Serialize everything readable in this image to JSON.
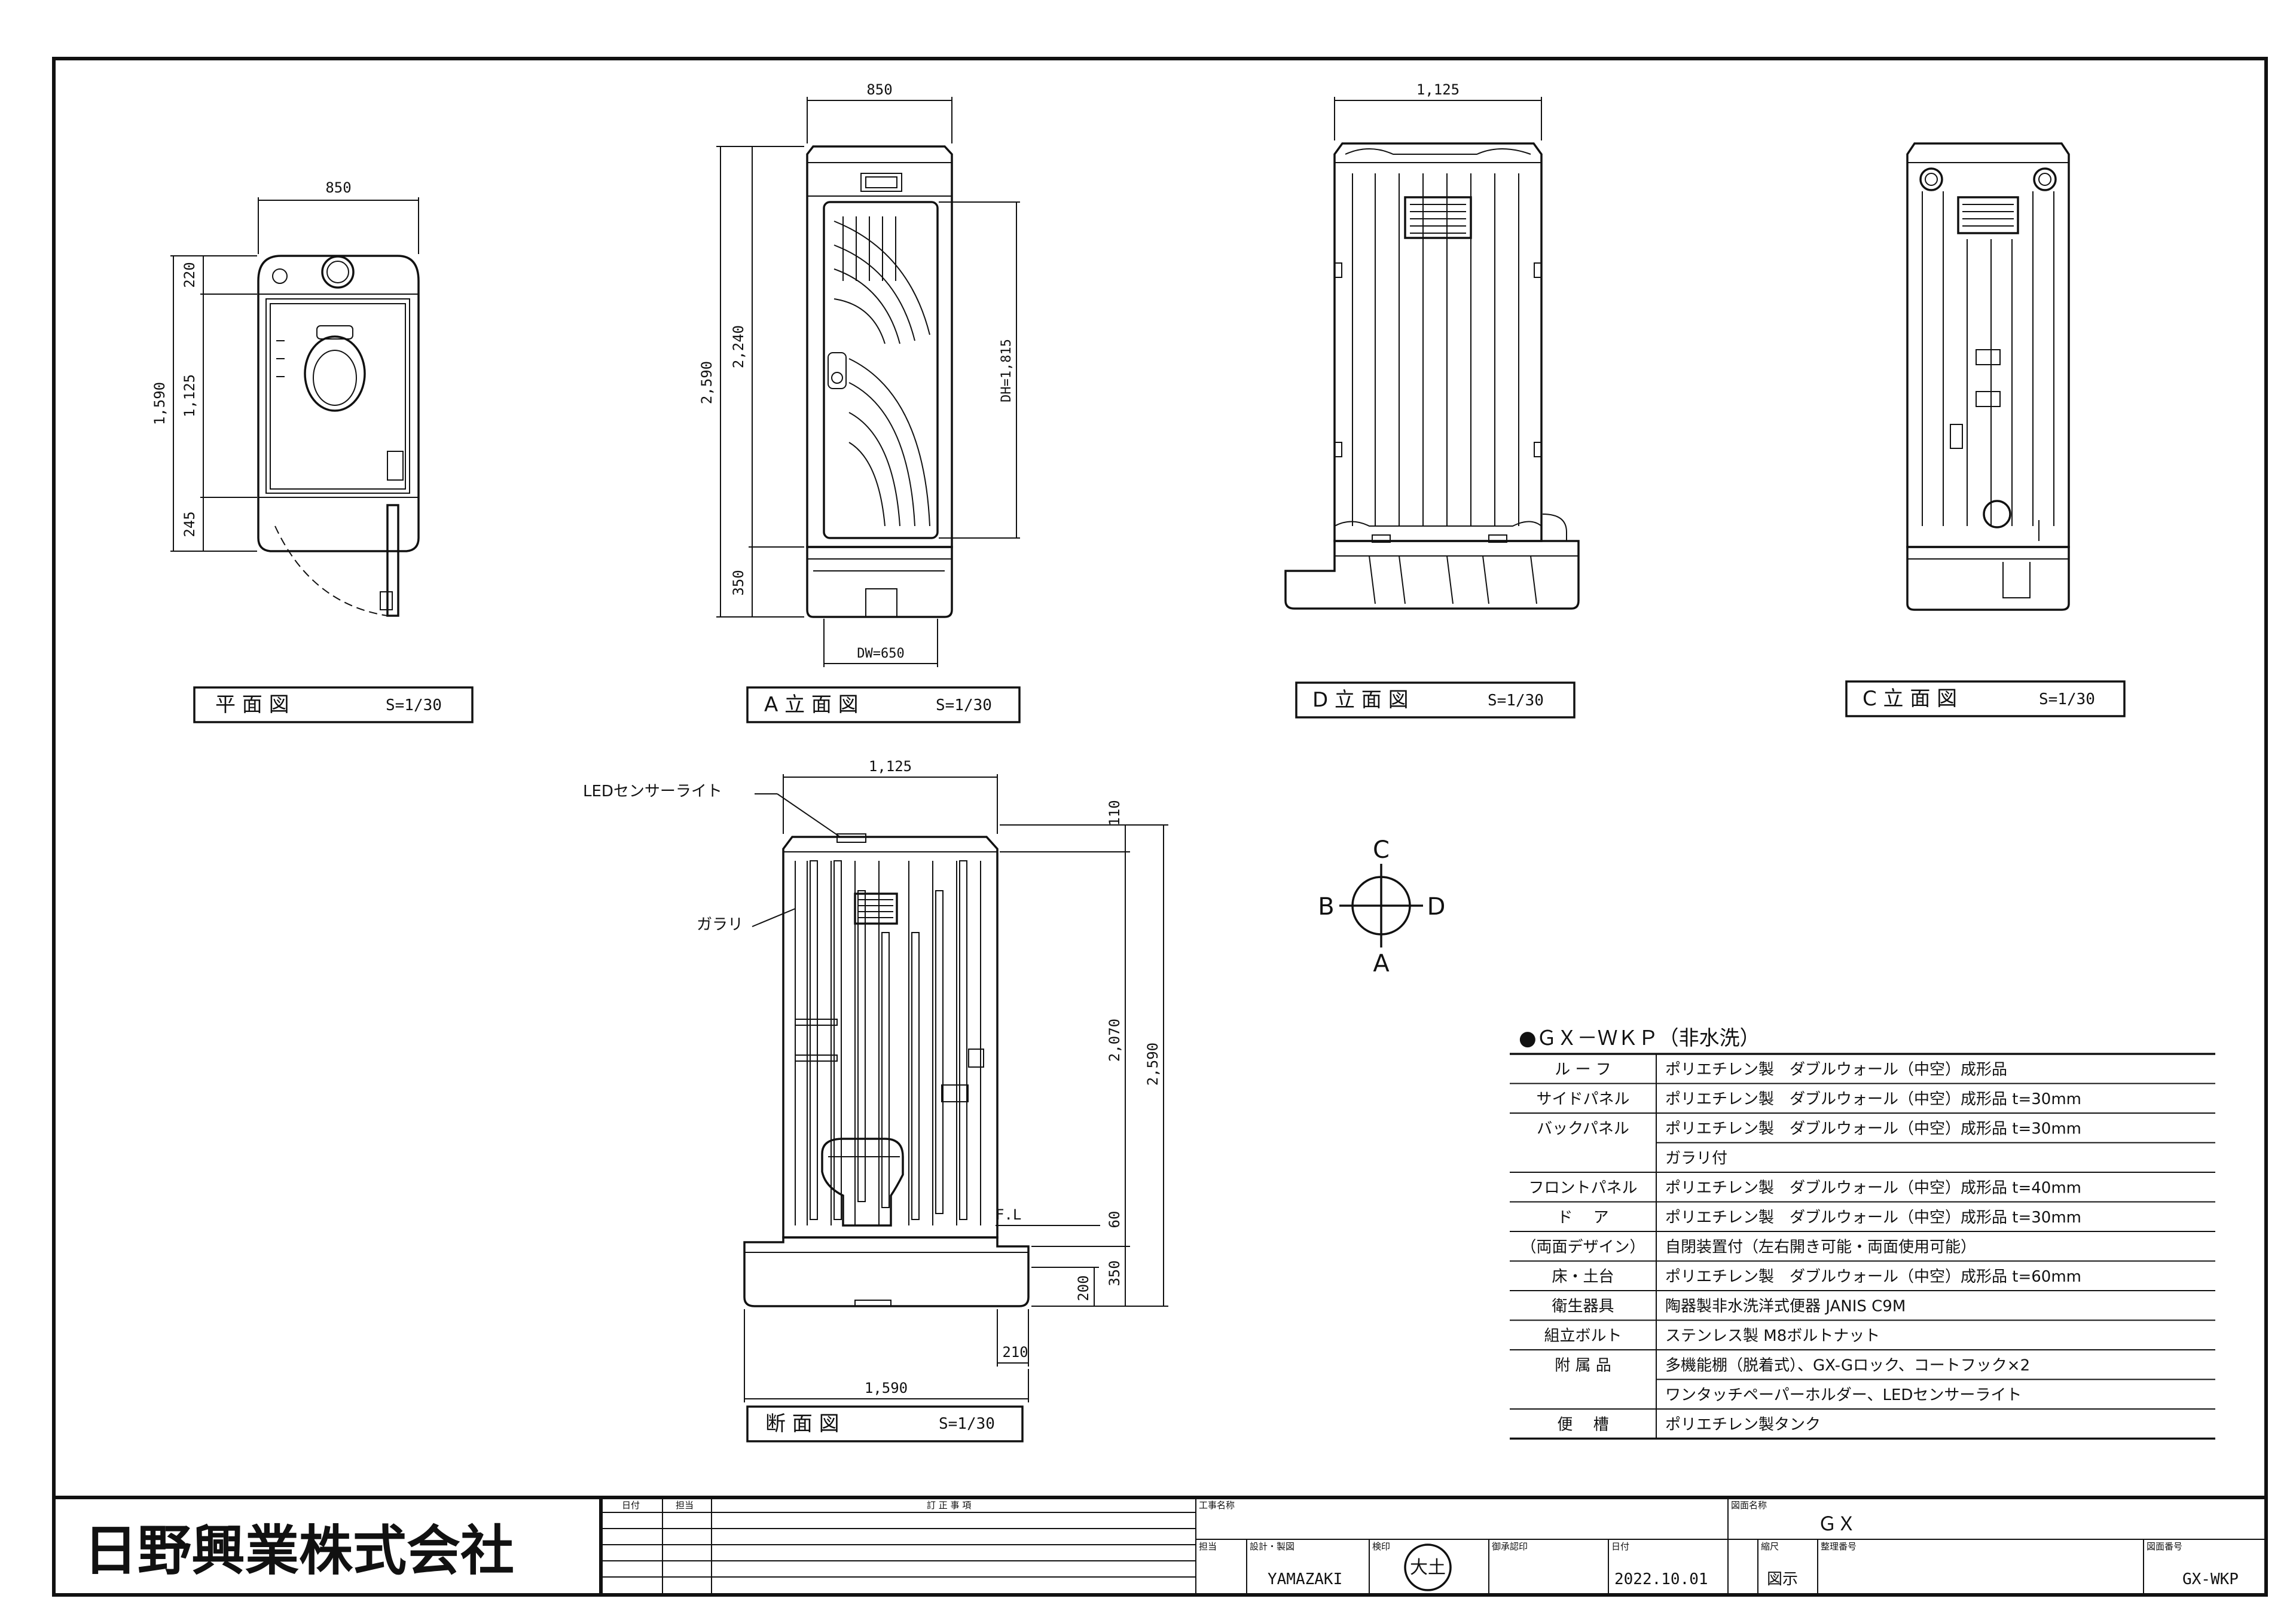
{
  "views": {
    "plan": {
      "label": "平 面 図",
      "scale": "S=1/30",
      "dims": {
        "width": "850",
        "total": "1,590",
        "top": "220",
        "middle": "1,125",
        "bottom": "245"
      }
    },
    "a": {
      "label": "A 立 面 図",
      "scale": "S=1/30",
      "dims": {
        "width": "850",
        "total": "2,590",
        "body": "2,240",
        "base": "350",
        "door_h": "DH=1,815",
        "door_w": "DW=650"
      }
    },
    "d": {
      "label": "D 立 面 図",
      "scale": "S=1/30",
      "dims": {
        "width": "1,125"
      }
    },
    "c": {
      "label": "C 立 面 図",
      "scale": "S=1/30"
    },
    "section": {
      "label": "断 面 図",
      "scale": "S=1/30",
      "led_label": "LEDセンサーライト",
      "louver_label": "ガラリ",
      "fl_label": "F.L",
      "dims": {
        "width": "1,125",
        "roof": "110",
        "body": "2,070",
        "total": "2,590",
        "floor": "60",
        "base": "350",
        "base_inner": "200",
        "step": "210",
        "length": "1,590"
      }
    }
  },
  "compass": {
    "n": "C",
    "s": "A",
    "w": "B",
    "e": "D"
  },
  "spec": {
    "title": "●ＧＸ－ＷＫＰ（非水洗）",
    "rows": [
      {
        "label": "ル ー フ",
        "value": "ポリエチレン製　ダブルウォール（中空）成形品"
      },
      {
        "label": "サイドパネル",
        "value": "ポリエチレン製　ダブルウォール（中空）成形品 t=30mm"
      },
      {
        "label": "バックパネル",
        "value": "ポリエチレン製　ダブルウォール（中空）成形品 t=30mm"
      },
      {
        "label": "",
        "value": "ガラリ付"
      },
      {
        "label": "フロントパネル",
        "value": "ポリエチレン製　ダブルウォール（中空）成形品 t=40mm"
      },
      {
        "label": "ド　 ア",
        "value": "ポリエチレン製　ダブルウォール（中空）成形品 t=30mm"
      },
      {
        "label": "（両面デザイン）",
        "value": "自閉装置付（左右開き可能・両面使用可能）"
      },
      {
        "label": "床・土台",
        "value": "ポリエチレン製　ダブルウォール（中空）成形品 t=60mm"
      },
      {
        "label": "衛生器具",
        "value": "陶器製非水洗洋式便器 JANIS C9M"
      },
      {
        "label": "組立ボルト",
        "value": "ステンレス製 M8ボルトナット"
      },
      {
        "label": "附 属 品",
        "value": "多機能棚（脱着式）、GX-Gロック、コートフック×2"
      },
      {
        "label": "",
        "value": "ワンタッチペーパーホルダー、LEDセンサーライト"
      },
      {
        "label": "便　 槽",
        "value": "ポリエチレン製タンク"
      }
    ]
  },
  "title_block": {
    "company": "日野興業株式会社",
    "col_date": "日付",
    "col_person": "担当",
    "col_revision": "訂 正 事 項",
    "project_label": "工事名称",
    "drawing_name_label": "図面名称",
    "drawing_name": "ＧＸ",
    "in_charge_label": "担当",
    "design_label": "設計・製図",
    "inspect_label": "検印",
    "approve_label": "御承認印",
    "date_label": "日付",
    "scale_label": "縮尺",
    "mgmt_label": "整理番号",
    "drawing_no_label": "図面番号",
    "designer": "YAMAZAKI",
    "stamp": "大土",
    "date": "2022.10.01",
    "scale": "図示",
    "drawing_no": "GX-WKP"
  }
}
